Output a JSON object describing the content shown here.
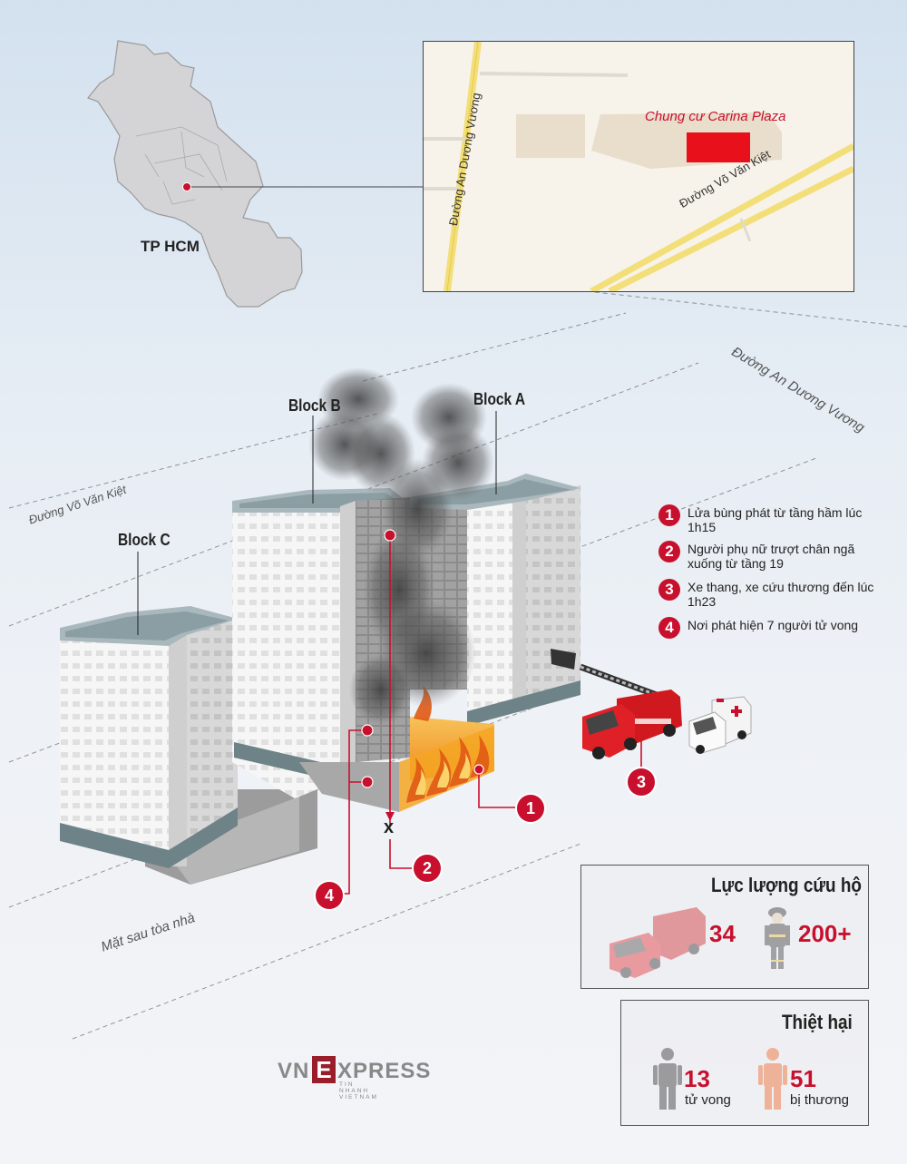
{
  "city_map": {
    "label": "TP HCM"
  },
  "inset_map": {
    "building_label": "Chung cư Carina Plaza",
    "road_vertical": "Đường An Dương Vương",
    "road_diagonal": "Đường Võ Văn Kiệt"
  },
  "scene": {
    "road_right": "Đường An Dương Vương",
    "road_left": "Đường Võ Văn Kiệt",
    "back_side": "Mặt sau tòa nhà",
    "block_a": "Block A",
    "block_b": "Block B",
    "block_c": "Block C",
    "fall_marker": "x"
  },
  "legend": [
    {
      "num": "1",
      "text": "Lửa bùng phát từ tầng hầm lúc 1h15"
    },
    {
      "num": "2",
      "text": "Người phụ nữ trượt chân ngã xuống từ tầng 19"
    },
    {
      "num": "3",
      "text": "Xe thang, xe cứu thương đến lúc 1h23"
    },
    {
      "num": "4",
      "text": "Nơi phát hiện 7 người tử vong"
    }
  ],
  "callouts": [
    "1",
    "2",
    "3",
    "4"
  ],
  "rescue": {
    "title": "Lực lượng cứu hộ",
    "trucks": "34",
    "firefighters": "200+"
  },
  "damage": {
    "title": "Thiệt hại",
    "dead_num": "13",
    "dead_label": "tử vong",
    "injured_num": "51",
    "injured_label": "bị thương"
  },
  "logo": {
    "vn": "VN",
    "e": "E",
    "rest": "XPRESS",
    "tagline": "TIN NHANH VIETNAM"
  },
  "colors": {
    "accent": "#c8102e",
    "building": "#f4f4f4",
    "roof": "#8a9ea4",
    "fire": "#f5a623"
  }
}
